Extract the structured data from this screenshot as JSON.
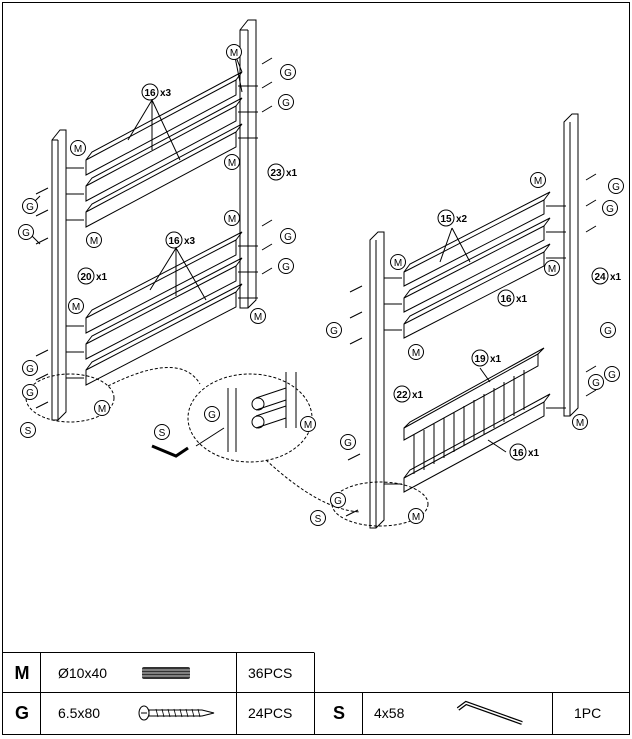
{
  "callouts": {
    "c16x3_top": {
      "num": "16",
      "qty": "x3"
    },
    "c16x3_mid": {
      "num": "16",
      "qty": "x3"
    },
    "c23x1": {
      "num": "23",
      "qty": "x1"
    },
    "c20x1": {
      "num": "20",
      "qty": "x1"
    },
    "c15x2": {
      "num": "15",
      "qty": "x2"
    },
    "c16x1_right": {
      "num": "16",
      "qty": "x1"
    },
    "c24x1": {
      "num": "24",
      "qty": "x1"
    },
    "c19x1": {
      "num": "19",
      "qty": "x1"
    },
    "c22x1": {
      "num": "22",
      "qty": "x1"
    },
    "c16x1_low": {
      "num": "16",
      "qty": "x1"
    }
  },
  "hardware_letters": {
    "m": "M",
    "g": "G",
    "s": "S"
  },
  "parts_table": {
    "rows": [
      {
        "letter": "M",
        "size": "Ø10x40",
        "qty": "36PCS",
        "icon": "dowel-icon"
      },
      {
        "letter": "G",
        "size": "6.5x80",
        "qty": "24PCS",
        "icon": "screw-icon"
      }
    ],
    "extra": {
      "letter": "S",
      "size": "4x58",
      "qty": "1PC",
      "icon": "allen-key-icon"
    }
  }
}
